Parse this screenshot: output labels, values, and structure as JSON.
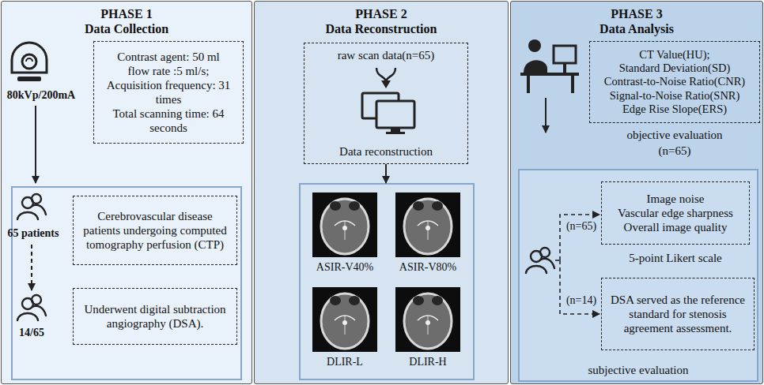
{
  "diagram": {
    "nodes": [
      {
        "text": [
          "PHASE 1",
          "Data Collection"
        ]
      },
      {
        "text": [
          "Contrast agent: 50 ml",
          "flow rate :5 ml/s;",
          "Acquisition frequency: 31 times",
          "Total scanning time: 64 seconds"
        ],
        "in": 0
      },
      {
        "text": [],
        "in": 0
      },
      {
        "text": [
          "Cerebrovascular disease patients undergoing computed tomography perfusion (CTP)"
        ],
        "in": 2
      },
      {
        "text": [
          "Underwent digital subtraction angiography (DSA)."
        ],
        "in": 2
      },
      {
        "text": [
          "PHASE 2",
          "Data Reconstruction"
        ]
      },
      {
        "text": [
          "raw scan data(n=65)",
          "Data reconstruction"
        ],
        "in": 5
      },
      {
        "text": [],
        "in": 5
      },
      {
        "text": [
          "ASIR-V40%"
        ],
        "in": 7
      },
      {
        "text": [
          "ASIR-V80%"
        ],
        "in": 7
      },
      {
        "text": [
          "DLIR-L"
        ],
        "in": 7
      },
      {
        "text": [
          "DLIR-H"
        ],
        "in": 7
      },
      {
        "text": [
          "PHASE 3",
          "Data Analysis"
        ]
      },
      {
        "text": [
          "CT Value(HU);",
          "Standard Deviation(SD)",
          "Contrast-to-Noise Ratio(CNR)",
          "Signal-to-Noise Ratio(SNR)",
          "Edge Rise Slope(ERS)",
          "objective evaluation",
          "(n=65)"
        ],
        "in": 12
      },
      {
        "text": [
          "subjective evaluation"
        ],
        "in": 12
      },
      {
        "text": [
          "Image noise",
          "Vascular edge sharpness",
          "Overall image quality",
          "5-point Likert scale"
        ],
        "in": 14
      },
      {
        "text": [
          "DSA served as the reference standard for stenosis agreement assessment."
        ],
        "in": 14
      }
    ],
    "edges": [
      {
        "from": 6,
        "to": 7,
        "arrow": "to"
      }
    ],
    "labels": [
      "80kVp/200mA",
      "65 patients",
      "14/65",
      "(n=65)",
      "(n=14)"
    ]
  }
}
